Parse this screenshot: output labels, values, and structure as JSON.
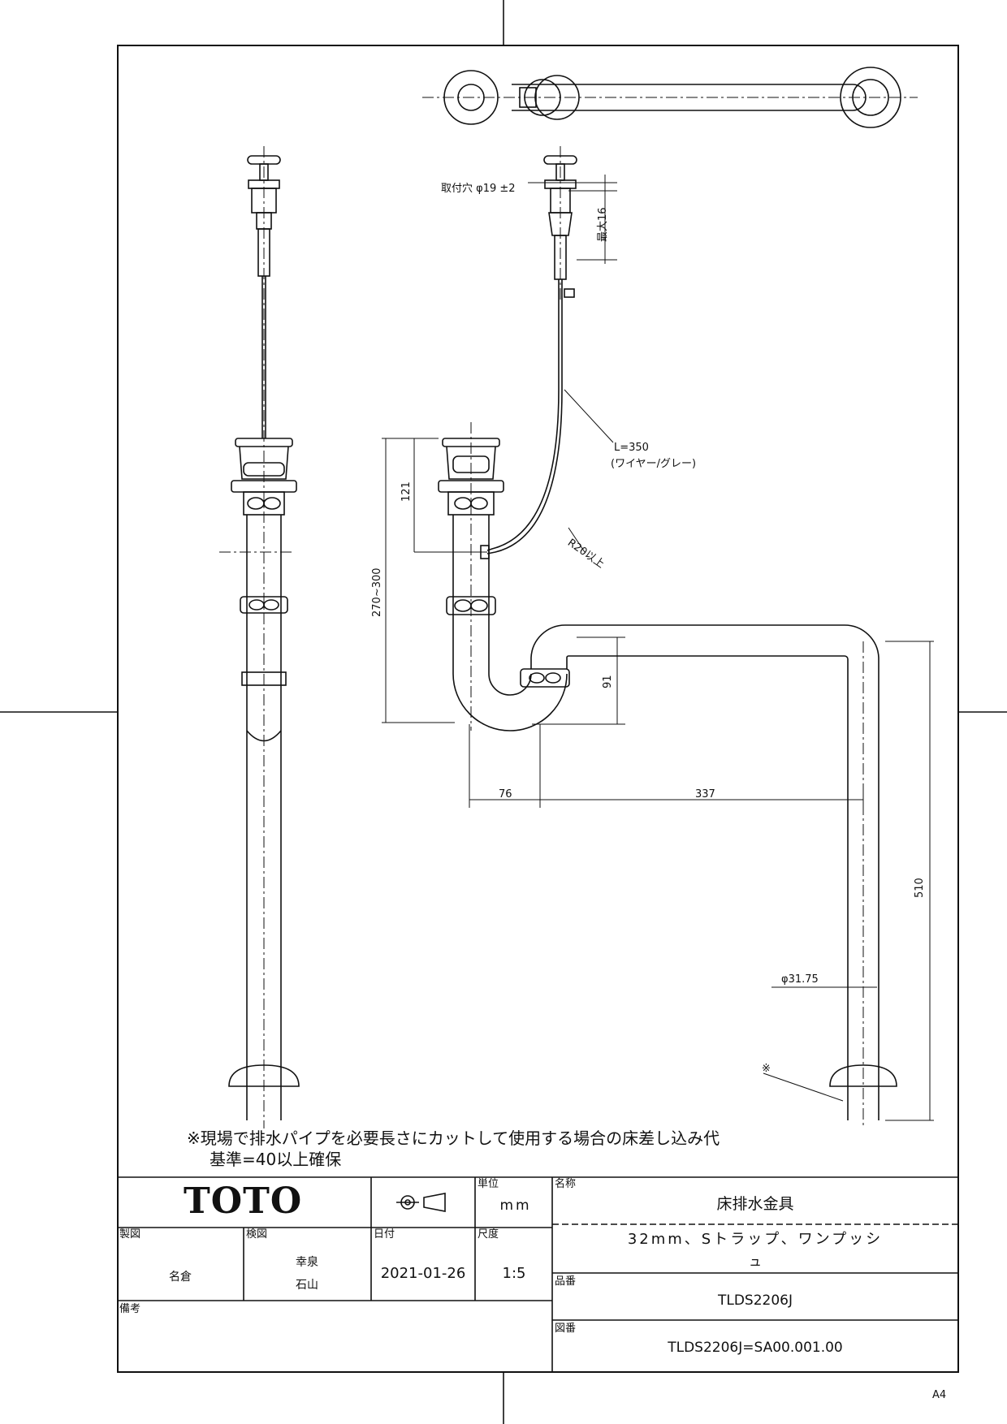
{
  "dimensions": {
    "mount_hole": "取付穴 φ19 ±2",
    "max16": "最大16",
    "wire_len": "L=350",
    "wire_note": "(ワイヤー/グレー)",
    "d121": "121",
    "d270_300": "270~300",
    "r20": "R20以上",
    "d91": "91",
    "d76": "76",
    "d337": "337",
    "d510": "510",
    "dia": "φ31.75",
    "mark": "※"
  },
  "note": {
    "line1": "※現場で排水パイプを必要長さにカットして使用する場合の床差し込み代",
    "line2": "基準=40以上確保"
  },
  "title_block": {
    "logo": "TOTO",
    "unit_label": "単位",
    "unit": "mm",
    "name_label": "名称",
    "name": "床排水金具",
    "name2_line1": "32mm、Sトラップ、ワンプッシ",
    "name2_line2": "ュ",
    "drawn_label": "製図",
    "drawn": "名倉",
    "checked_label": "検図",
    "checked1": "幸泉",
    "checked2": "石山",
    "date_label": "日付",
    "date": "2021-01-26",
    "scale_label": "尺度",
    "scale": "1:5",
    "part_label": "品番",
    "part": "TLDS2206J",
    "remarks_label": "備考",
    "drawing_label": "図番",
    "drawing_no": "TLDS2206J=SA00.001.00"
  },
  "sheet_size": "A4"
}
